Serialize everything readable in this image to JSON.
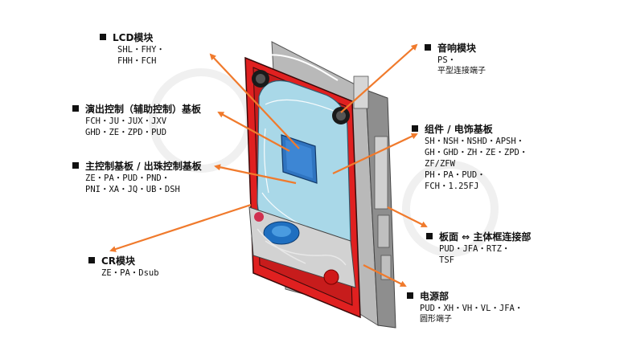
{
  "callouts": {
    "lcd": {
      "title": "LCD模块",
      "lines": [
        "SHL・FHY・",
        "FHH・FCH"
      ]
    },
    "effect_board": {
      "title": "演出控制（辅助控制）基板",
      "lines": [
        "FCH・JU・JUX・JXV",
        "GHD・ZE・ZPD・PUD"
      ]
    },
    "main_board": {
      "title": "主控制基板 / 出珠控制基板",
      "lines": [
        "ZE・PA・PUD・PND・",
        "PNI・XA・JQ・UB・DSH"
      ]
    },
    "cr_module": {
      "title": "CR模块",
      "lines": [
        "ZE・PA・Dsub"
      ]
    },
    "audio": {
      "title": "音响模块",
      "lines": [
        "PS・",
        "平型连接端子"
      ]
    },
    "decoration": {
      "title": "组件 / 电饰基板",
      "lines": [
        "SH・NSH・NSHD・APSH・",
        "GH・GHD・ZH・ZE・ZPD・",
        "ZF/ZFW",
        "PH・PA・PUD・",
        "FCH・1.25FJ"
      ]
    },
    "frame": {
      "title": "板面 ⇔ 主体框连接部",
      "lines": [
        "PUD・JFA・RTZ・",
        "TSF"
      ]
    },
    "power": {
      "title": "电源部",
      "lines": [
        "PUD・XH・VH・VL・JFA・",
        "圆形端子"
      ]
    }
  },
  "colors": {
    "arrow": "#f07a2c",
    "cabinet_red": "#e02020",
    "frame_gray": "#c8c8c8",
    "screen_blue": "#a9d8e8",
    "lcd_blue": "#2f74c0"
  }
}
